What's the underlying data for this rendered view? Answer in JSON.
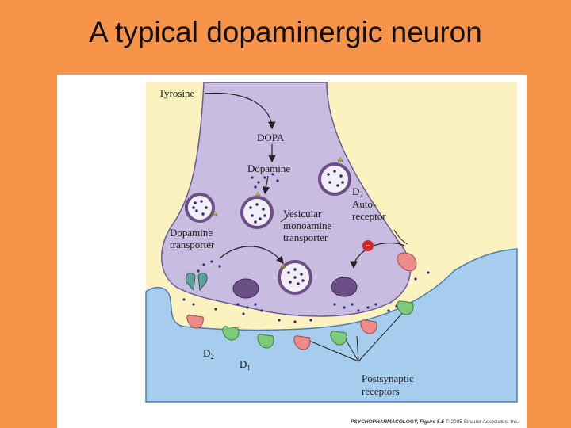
{
  "slide": {
    "title": "A typical dopaminergic neuron"
  },
  "diagram": {
    "labels": {
      "tyrosine": "Tyrosine",
      "dopa": "DOPA",
      "dopamine": "Dopamine",
      "d2_auto_letter": "D",
      "d2_auto_sub": "2",
      "auto_line1": "Auto-",
      "auto_line2": "receptor",
      "vmat_line1": "Vesicular",
      "vmat_line2": "monoamine",
      "vmat_line3": "transporter",
      "dat_line1": "Dopamine",
      "dat_line2": "transporter",
      "d2_post_letter": "D",
      "d2_post_sub": "2",
      "d1_post_letter": "D",
      "d1_post_sub": "1",
      "post_line1": "Postsynaptic",
      "post_line2": "receptors",
      "inhibit_sign": "−"
    },
    "credit_source": "PSYCHOPHARMACOLOGY, Figure 5.5",
    "credit_rest": " © 2005 Sinauer Associates, Inc.",
    "colors": {
      "presynaptic": "#c8bde0",
      "postsynaptic": "#a7cdee",
      "cleft": "#fcf2bf",
      "vesicle": "#6c4f86",
      "d1_receptor": "#7fca7a",
      "d2_receptor": "#ee8a8a",
      "transporter": "#5e9f9a",
      "dots": "#2a2f72"
    }
  }
}
